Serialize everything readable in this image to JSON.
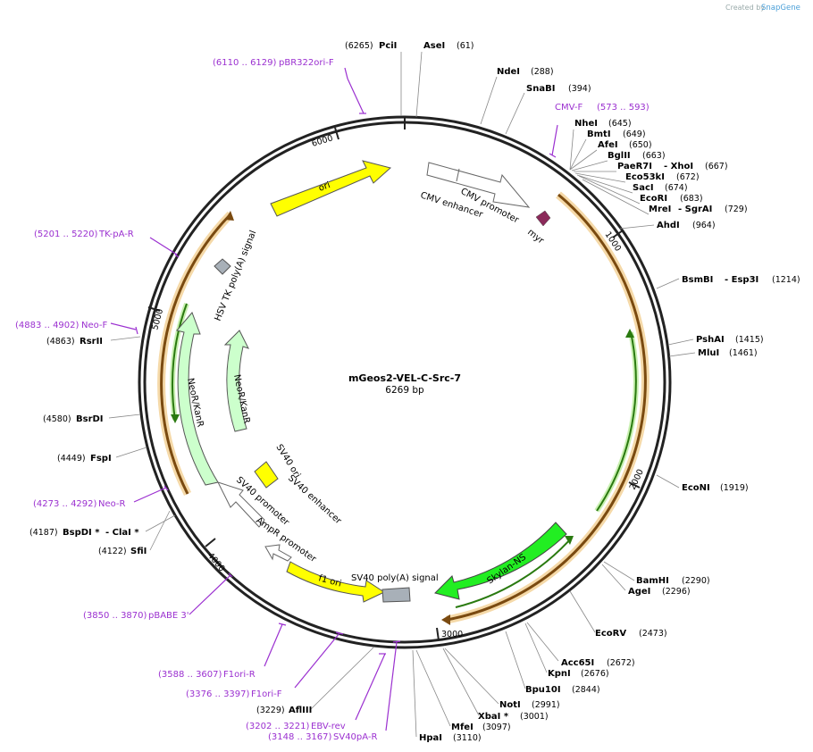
{
  "header": {
    "credit_text": "Created by",
    "brand": "SnapGene"
  },
  "plasmid": {
    "name": "mGeos2-VEL-C-Src-7",
    "length": "6269 bp"
  },
  "ticks": [
    "1000",
    "2000",
    "3000",
    "4000",
    "5000",
    "6000"
  ],
  "sites": [
    {
      "name": "PciI",
      "pos": "(6265)"
    },
    {
      "name": "AseI",
      "pos": "(61)"
    },
    {
      "name": "NdeI",
      "pos": "(288)"
    },
    {
      "name": "SnaBI",
      "pos": "(394)"
    },
    {
      "name": "NheI",
      "pos": "(645)"
    },
    {
      "name": "BmtI",
      "pos": "(649)"
    },
    {
      "name": "AfeI",
      "pos": "(650)"
    },
    {
      "name": "BglII",
      "pos": "(663)"
    },
    {
      "name": "PaeR7I",
      "sep": "- XhoI",
      "pos": "(667)"
    },
    {
      "name": "Eco53kI",
      "pos": "(672)"
    },
    {
      "name": "SacI",
      "pos": "(674)"
    },
    {
      "name": "EcoRI",
      "pos": "(683)"
    },
    {
      "name": "MreI",
      "sep": "- SgrAI",
      "pos": "(729)"
    },
    {
      "name": "AhdI",
      "pos": "(964)"
    },
    {
      "name": "BsmBI",
      "sep": "- Esp3I",
      "pos": "(1214)"
    },
    {
      "name": "PshAI",
      "pos": "(1415)"
    },
    {
      "name": "MluI",
      "pos": "(1461)"
    },
    {
      "name": "EcoNI",
      "pos": "(1919)"
    },
    {
      "name": "BamHI",
      "pos": "(2290)"
    },
    {
      "name": "AgeI",
      "pos": "(2296)"
    },
    {
      "name": "EcoRV",
      "pos": "(2473)"
    },
    {
      "name": "Acc65I",
      "pos": "(2672)"
    },
    {
      "name": "KpnI",
      "pos": "(2676)"
    },
    {
      "name": "Bpu10I",
      "pos": "(2844)"
    },
    {
      "name": "NotI",
      "pos": "(2991)"
    },
    {
      "name": "XbaI *",
      "pos": "(3001)"
    },
    {
      "name": "MfeI",
      "pos": "(3097)"
    },
    {
      "name": "HpaI",
      "pos": "(3110)"
    },
    {
      "name": "AflIII",
      "pos": "(3229)"
    },
    {
      "name": "SfiI",
      "pos": "(4122)"
    },
    {
      "name": "BspDI *",
      "sep": "- ClaI *",
      "pos": "(4187)"
    },
    {
      "name": "FspI",
      "pos": "(4449)"
    },
    {
      "name": "BsrDI",
      "pos": "(4580)"
    },
    {
      "name": "RsrII",
      "pos": "(4863)"
    }
  ],
  "primers": [
    {
      "name": "pBR322ori-F",
      "range": "(6110 .. 6129)"
    },
    {
      "name": "CMV-F",
      "range": "(573 .. 593)"
    },
    {
      "name": "TK-pA-R",
      "range": "(5201 .. 5220)"
    },
    {
      "name": "Neo-F",
      "range": "(4883 .. 4902)"
    },
    {
      "name": "Neo-R",
      "range": "(4273 .. 4292)"
    },
    {
      "name": "pBABE 3'",
      "range": "(3850 .. 3870)"
    },
    {
      "name": "F1ori-R",
      "range": "(3588 .. 3607)"
    },
    {
      "name": "F1ori-F",
      "range": "(3376 .. 3397)"
    },
    {
      "name": "EBV-rev",
      "range": "(3202 .. 3221)"
    },
    {
      "name": "SV40pA-R",
      "range": "(3148 .. 3167)"
    }
  ],
  "features": {
    "ori": "ori",
    "cmv_enhancer": "CMV enhancer",
    "cmv_promoter": "CMV promoter",
    "myr": "myr",
    "hsv_tk": "HSV TK poly(A) signal",
    "neo_outer": "NeoR/KanR",
    "neo_inner": "NeoR/KanR",
    "sv40_ori": "SV40 ori",
    "sv40_enh": "SV40 enhancer",
    "sv40_prom": "SV40 promoter",
    "ampr_prom": "AmpR promoter",
    "f1_ori": "f1 ori",
    "sv40_polya": "SV40 poly(A) signal",
    "skylan": "Skylan-NS"
  },
  "colors": {
    "backbone": "#222222",
    "primer": "#9b30d0",
    "ori": "#ffff00",
    "skylan": "#22ee22",
    "neo": "#ccffcc",
    "orange_orf": "#e8a040",
    "myr": "#8b2a5a",
    "polya": "#a0a8b0"
  }
}
